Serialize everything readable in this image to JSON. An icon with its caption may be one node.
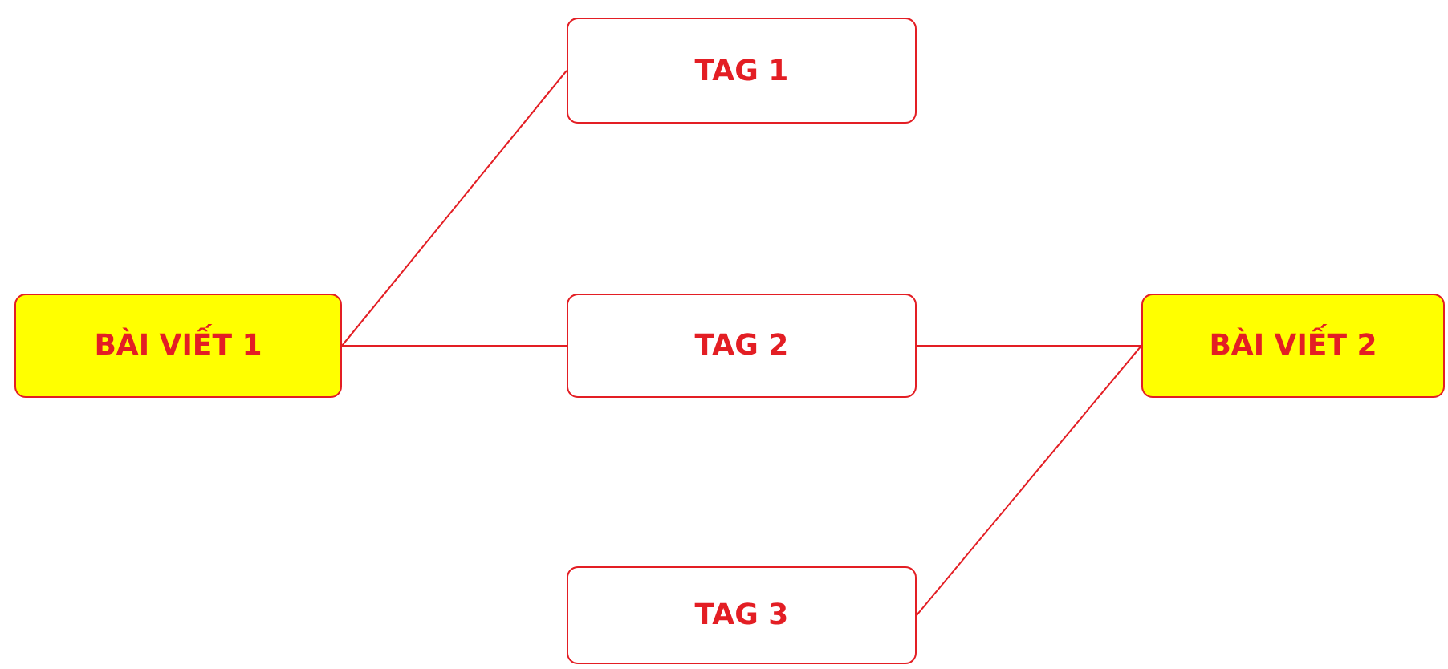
{
  "diagram": {
    "nodes": [
      {
        "text": [
          "BÀI VIẾT 1"
        ]
      },
      {
        "text": [
          "TAG 1"
        ]
      },
      {
        "text": [
          "TAG 2"
        ]
      },
      {
        "text": [
          "TAG 3"
        ]
      },
      {
        "text": [
          "BÀI VIẾT 2"
        ]
      }
    ],
    "edges": [
      {
        "from": 0,
        "to": 1,
        "arrow": "none"
      },
      {
        "from": 0,
        "to": 2,
        "arrow": "none"
      },
      {
        "from": 2,
        "to": 4,
        "arrow": "none"
      },
      {
        "from": 3,
        "to": 4,
        "arrow": "none"
      }
    ]
  }
}
